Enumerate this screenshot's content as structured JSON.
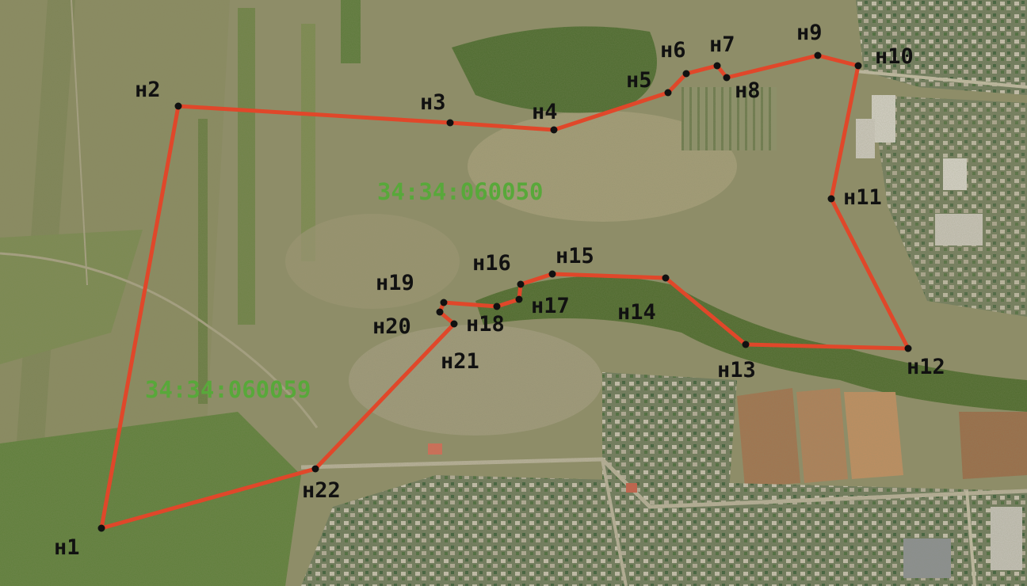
{
  "map": {
    "boundary_color": "#e0472a",
    "vertex_color": "#111111",
    "cadastral_label_color": "#58a83a",
    "cadastral_blocks": [
      {
        "id": "block-north",
        "label": "34:34:060050"
      },
      {
        "id": "block-south",
        "label": "34:34:060059"
      }
    ],
    "points": [
      {
        "label": "н1"
      },
      {
        "label": "н2"
      },
      {
        "label": "н3"
      },
      {
        "label": "н4"
      },
      {
        "label": "н5"
      },
      {
        "label": "н6"
      },
      {
        "label": "н7"
      },
      {
        "label": "н8"
      },
      {
        "label": "н9"
      },
      {
        "label": "н10"
      },
      {
        "label": "н11"
      },
      {
        "label": "н12"
      },
      {
        "label": "н13"
      },
      {
        "label": "н14"
      },
      {
        "label": "н15"
      },
      {
        "label": "н16"
      },
      {
        "label": "н17"
      },
      {
        "label": "н18"
      },
      {
        "label": "н19"
      },
      {
        "label": "н20"
      },
      {
        "label": "н21"
      },
      {
        "label": "н22"
      }
    ]
  }
}
